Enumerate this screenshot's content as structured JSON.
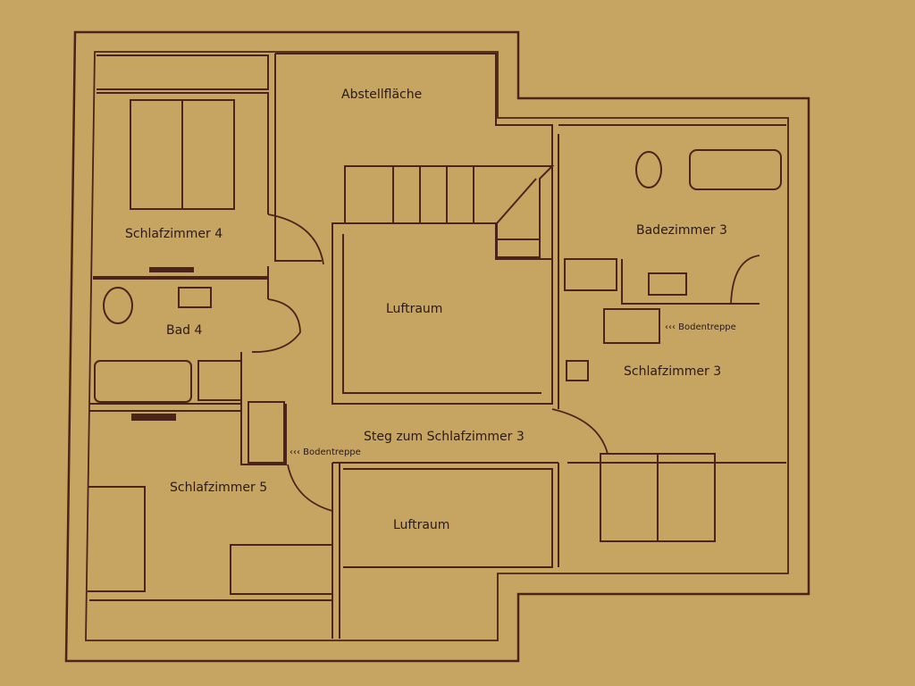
{
  "colors": {
    "paper": "#c6a462",
    "ink": "#4a2418",
    "text": "#2a1a14"
  },
  "rooms": {
    "abstellflaeche": "Abstellfläche",
    "schlafzimmer4": "Schlafzimmer 4",
    "bad4": "Bad 4",
    "luftraum_top": "Luftraum",
    "badezimmer3": "Badezimmer 3",
    "schlafzimmer3": "Schlafzimmer 3",
    "steg": "Steg zum Schlafzimmer 3",
    "schlafzimmer5": "Schlafzimmer 5",
    "luftraum_bottom": "Luftraum"
  },
  "annotations": {
    "bodentreppe_right": "‹‹‹ Bodentreppe",
    "bodentreppe_left": "‹‹‹ Bodentreppe"
  }
}
